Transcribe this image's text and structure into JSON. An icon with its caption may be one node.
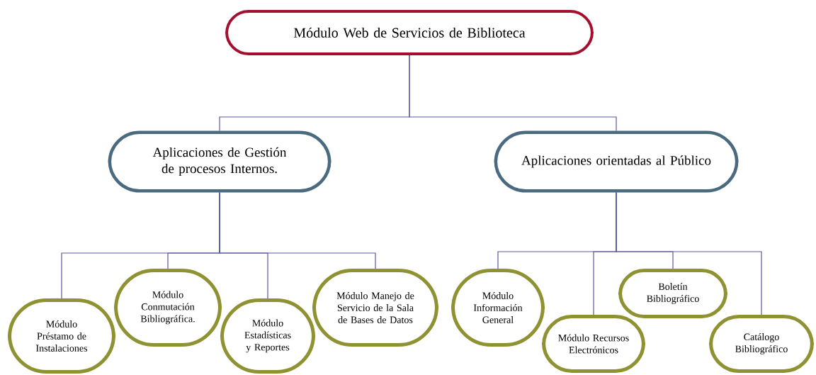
{
  "diagram": {
    "nodes": [
      {
        "text": [
          "Módulo Web de Servicios de Biblioteca"
        ]
      },
      {
        "text": [
          "Aplicaciones de Gestión de procesos Internos."
        ]
      },
      {
        "text": [
          "Aplicaciones orientadas al Público"
        ]
      },
      {
        "text": [
          "Módulo Préstamo de Instalaciones"
        ]
      },
      {
        "text": [
          "Módulo Conmutación Bibliográfica."
        ]
      },
      {
        "text": [
          "Módulo Estadísticas y Reportes"
        ]
      },
      {
        "text": [
          "Módulo Manejo de Servicio de la Sala de Bases de Datos"
        ]
      },
      {
        "text": [
          "Módulo Información General"
        ]
      },
      {
        "text": [
          "Módulo Recursos Electrónicos"
        ]
      },
      {
        "text": [
          "Boletín Bibliográfico"
        ]
      },
      {
        "text": [
          "Catálogo Bibliográfico"
        ]
      }
    ],
    "edges": [
      {
        "from": 0,
        "to": 1,
        "arrow": "none"
      },
      {
        "from": 0,
        "to": 2,
        "arrow": "none"
      },
      {
        "from": 1,
        "to": 3,
        "arrow": "none"
      },
      {
        "from": 1,
        "to": 4,
        "arrow": "none"
      },
      {
        "from": 1,
        "to": 5,
        "arrow": "none"
      },
      {
        "from": 1,
        "to": 6,
        "arrow": "none"
      },
      {
        "from": 2,
        "to": 7,
        "arrow": "none"
      },
      {
        "from": 2,
        "to": 8,
        "arrow": "none"
      },
      {
        "from": 2,
        "to": 9,
        "arrow": "none"
      },
      {
        "from": 2,
        "to": 10,
        "arrow": "none"
      }
    ]
  }
}
